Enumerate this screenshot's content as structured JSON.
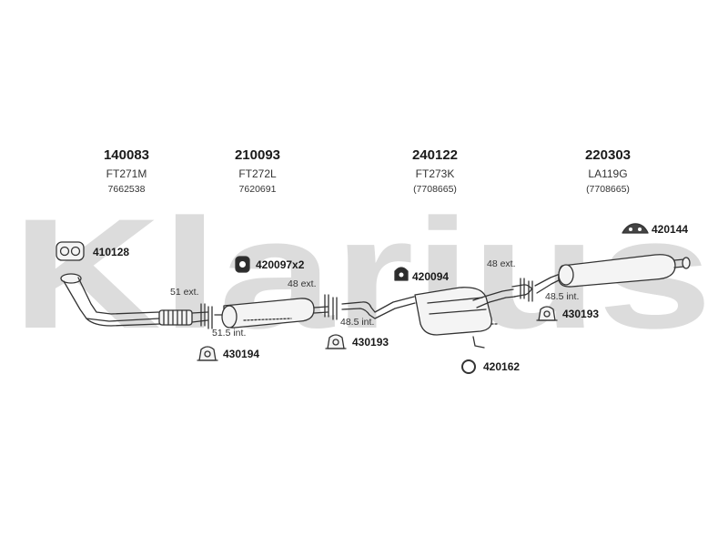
{
  "watermark": "Klarius",
  "sections": [
    {
      "part": "140083",
      "code": "FT271M",
      "ref": "7662538"
    },
    {
      "part": "210093",
      "code": "FT272L",
      "ref": "7620691"
    },
    {
      "part": "240122",
      "code": "FT273K",
      "ref": "(7708665)"
    },
    {
      "part": "220303",
      "code": "LA119G",
      "ref": "(7708665)"
    }
  ],
  "fittings": {
    "gasket_front": "410128",
    "clamp_x2": "420097x2",
    "mount_front": "430194",
    "mount_mid": "430193",
    "clamp_mid": "420094",
    "ring": "420162",
    "mount_rear": "430193",
    "hanger_rear": "420144"
  },
  "dimensions": {
    "ext1": "51 ext.",
    "int1": "51.5 int.",
    "ext2": "48 ext.",
    "int2": "48.5 int.",
    "ext3": "48 ext.",
    "int3": "48.5 int."
  },
  "colors": {
    "watermark": "#d9d9d9",
    "line": "#333333",
    "fill": "#f4f4f4"
  }
}
